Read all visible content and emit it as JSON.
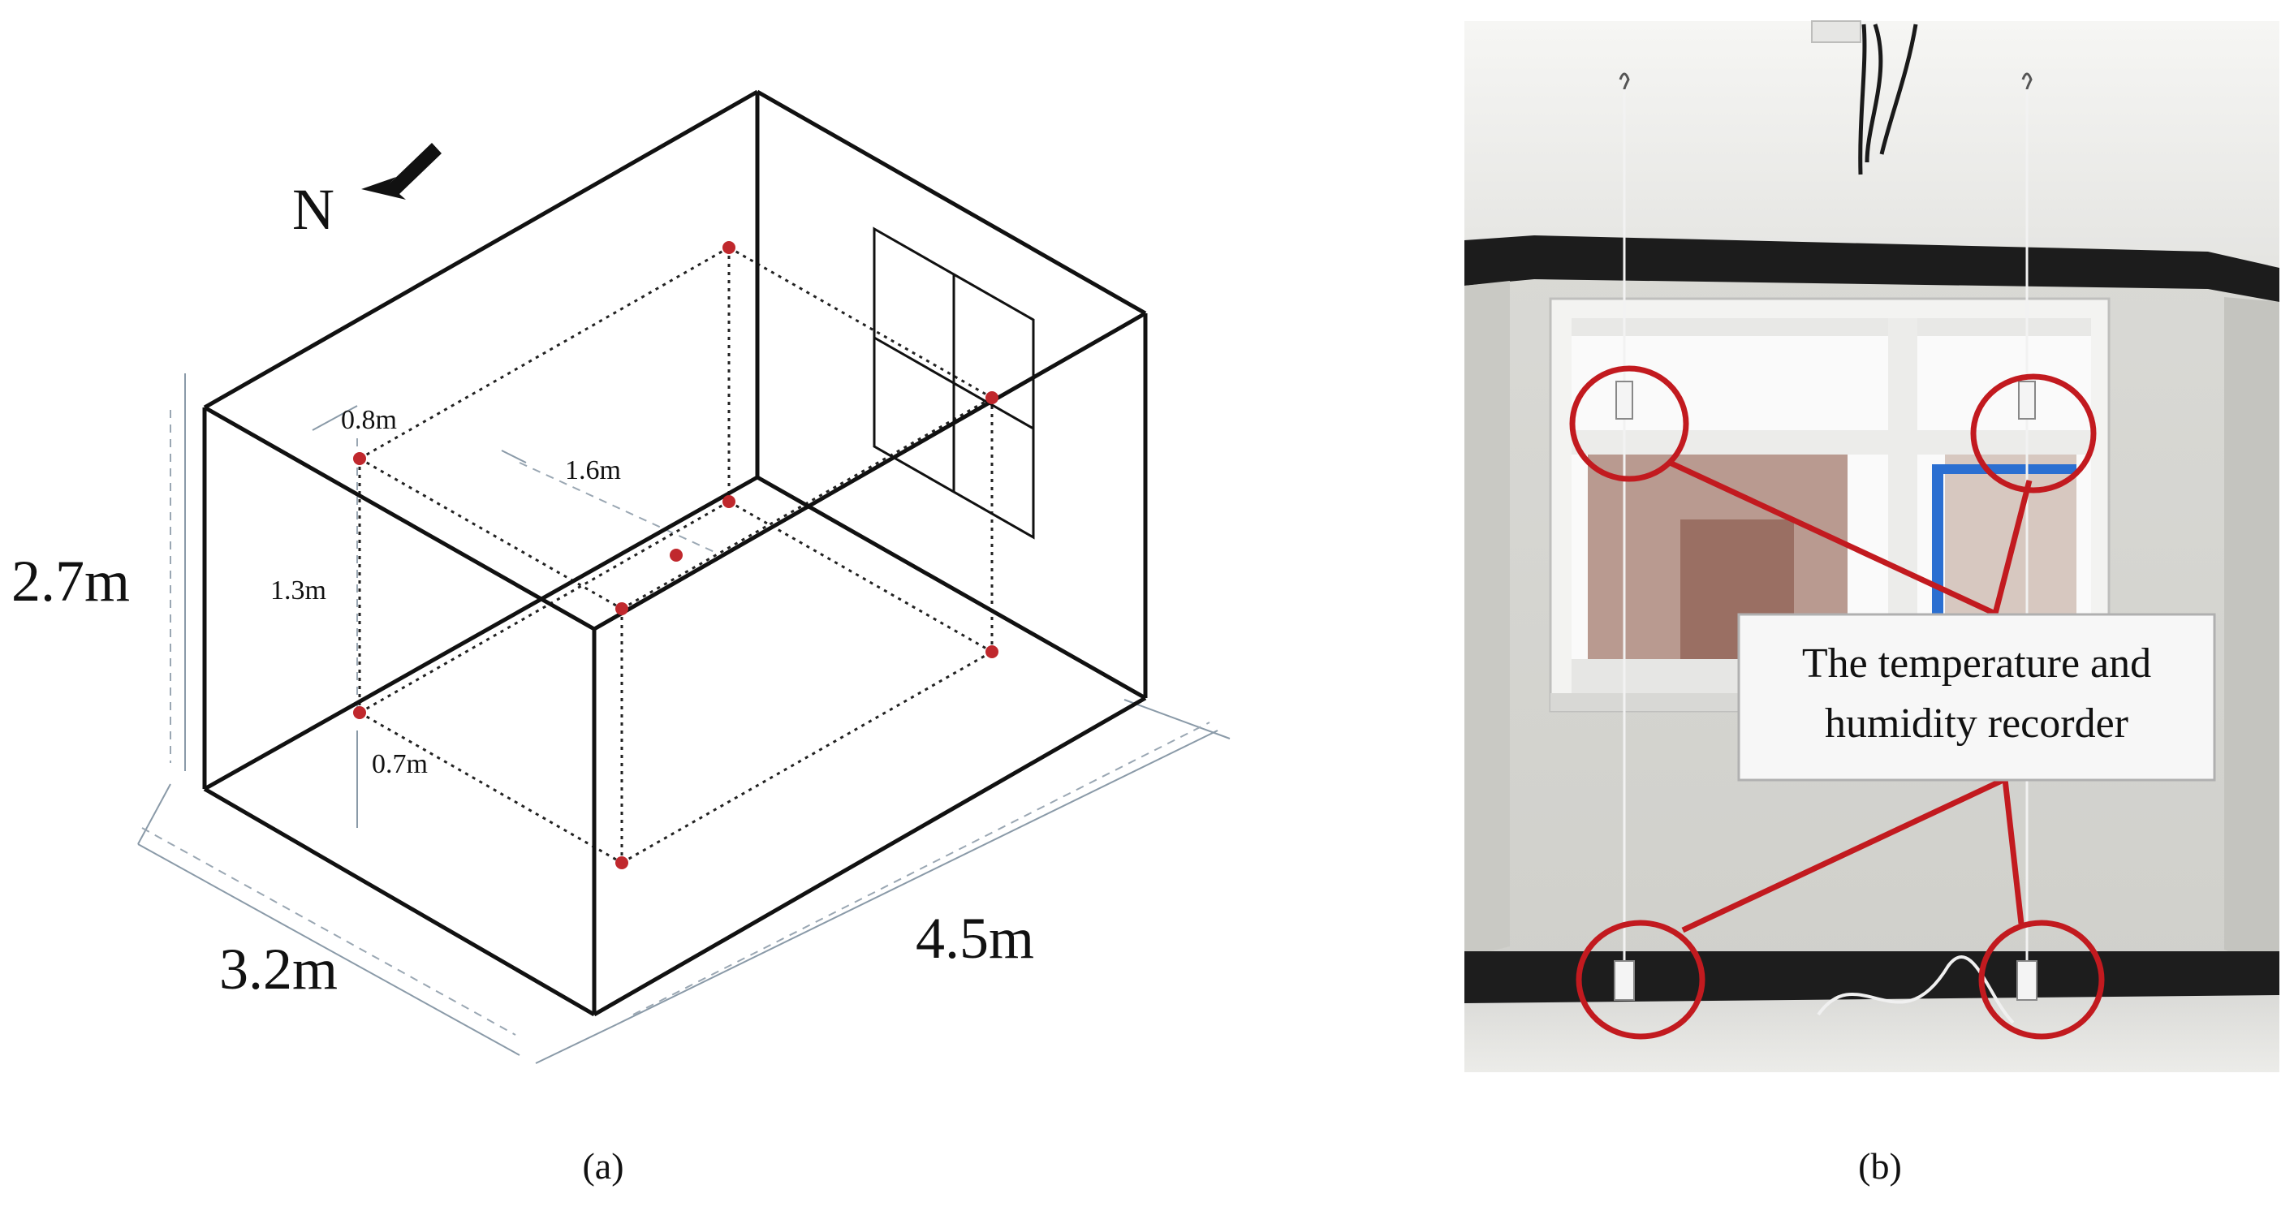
{
  "panel_a": {
    "compass": "N",
    "height": "2.7m",
    "width": "3.2m",
    "length": "4.5m",
    "offset_top": "0.8m",
    "offset_inner": "1.6m",
    "sensor_height": "1.3m",
    "offset_bottom": "0.7m",
    "caption": "(a)",
    "sensor_color": "#c0282d"
  },
  "panel_b": {
    "callout_line1": "The temperature and",
    "callout_line2": "humidity recorder",
    "caption": "(b)",
    "marker_color": "#c21a1f"
  }
}
